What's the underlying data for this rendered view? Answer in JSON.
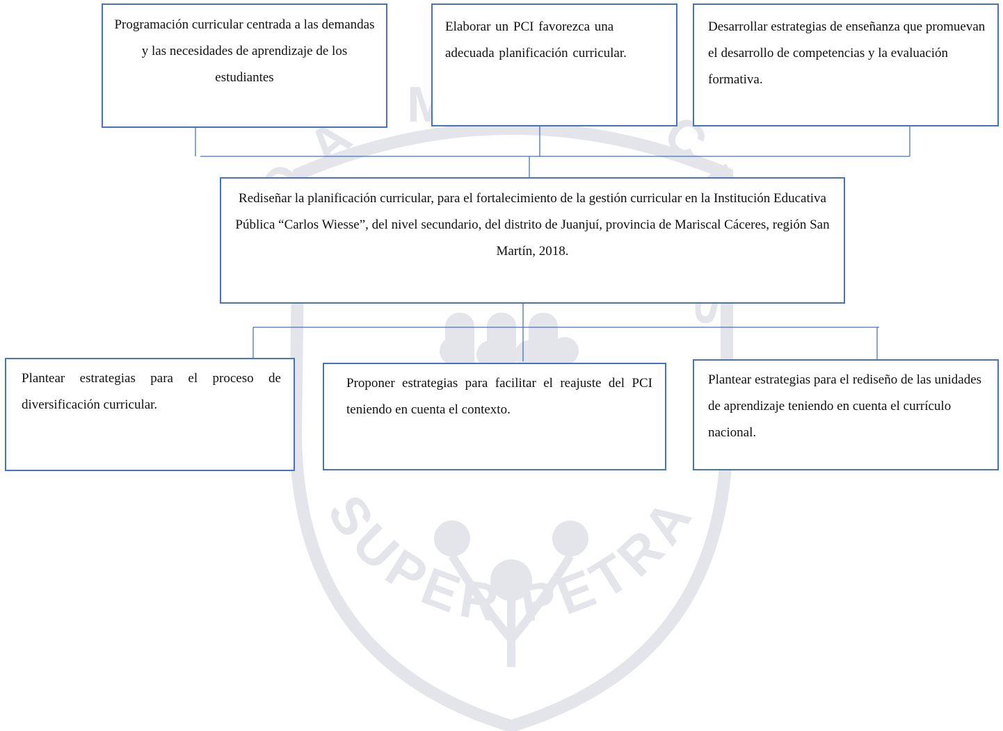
{
  "diagram": {
    "colors": {
      "box_border": "#4472c4",
      "connector": "#4472c4",
      "watermark": "#e3e5ea"
    },
    "top_boxes": [
      {
        "text": "Programación curricular centrada a las demandas y las necesidades de aprendizaje de los estudiantes"
      },
      {
        "text": "Elaborar un PCI   favorezca una adecuada planificación curricular."
      },
      {
        "text": "Desarrollar estrategias de enseñanza que promuevan el desarrollo de competencias y la evaluación formativa."
      }
    ],
    "center_box": {
      "text": "Rediseñar la planificación curricular, para el fortalecimiento de la gestión curricular en la Institución Educativa Pública “Carlos Wiesse”, del nivel secundario, del distrito de Juanjuí, provincia de Mariscal Cáceres, región San Martín, 2018."
    },
    "bottom_boxes": [
      {
        "text": "Plantear estrategias para el proceso de diversificación curricular."
      },
      {
        "text": "Proponer estrategias para facilitar el reajuste del PCI teniendo en cuenta el contexto."
      },
      {
        "text": "Plantear estrategias para el rediseño de las unidades de aprendizaje teniendo en cuenta el currículo nacional."
      }
    ],
    "watermark": {
      "motto": "SUPER PETRAM ÆDIFICABO"
    }
  }
}
